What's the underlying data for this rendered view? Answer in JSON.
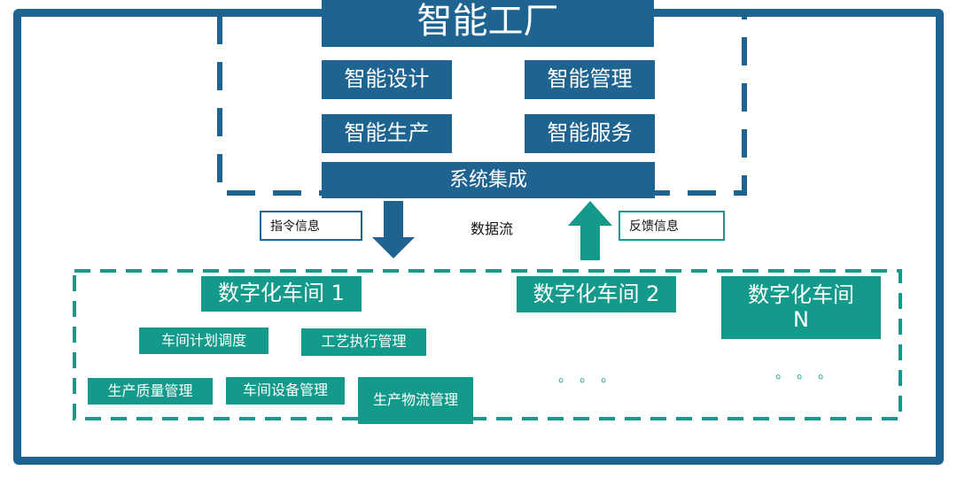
{
  "factory": {
    "title": "智能工厂",
    "modules": {
      "design": "智能设计",
      "management": "智能管理",
      "production": "智能生产",
      "service": "智能服务"
    },
    "integration": "系统集成"
  },
  "dataflow": {
    "command": "指令信息",
    "label": "数据流",
    "feedback": "反馈信息"
  },
  "workshops": {
    "w1": {
      "title": "数字化车间 1",
      "modules": {
        "plan": "车间计划调度",
        "process": "工艺执行管理",
        "quality": "生产质量管理",
        "equipment": "车间设备管理",
        "logistics": "生产物流管理"
      }
    },
    "w2": {
      "title": "数字化车间 2",
      "ellipsis": "。。。"
    },
    "wn": {
      "title": "数字化车间\nN",
      "ellipsis": "。。。"
    }
  },
  "colors": {
    "primary_blue": "#1f6391",
    "teal": "#139a8a"
  },
  "icons": {
    "down_arrow": "arrow-down-icon",
    "up_arrow": "arrow-up-icon"
  }
}
